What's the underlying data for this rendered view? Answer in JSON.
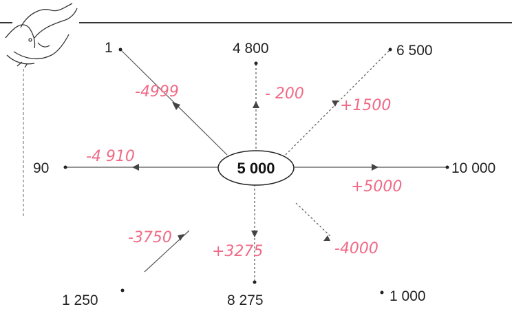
{
  "center": {
    "value": "5 000"
  },
  "nodes": [
    {
      "id": "n1",
      "value": "1",
      "annotation": "-4999"
    },
    {
      "id": "n4800",
      "value": "4 800",
      "annotation": "- 200"
    },
    {
      "id": "n6500",
      "value": "6 500",
      "annotation": "+1500"
    },
    {
      "id": "n90",
      "value": "90",
      "annotation": "-4 910"
    },
    {
      "id": "n10000",
      "value": "10 000",
      "annotation": "+5000"
    },
    {
      "id": "n1250",
      "value": "1 250",
      "annotation": "-3750"
    },
    {
      "id": "n8275",
      "value": "8 275",
      "annotation": "+3275"
    },
    {
      "id": "n1000",
      "value": "1 000",
      "annotation": "-4000"
    }
  ],
  "colors": {
    "annotation": "#f06a86",
    "line": "#555555",
    "text": "#222222"
  },
  "icons": {
    "corner": "flying-bird-doodle-icon"
  }
}
